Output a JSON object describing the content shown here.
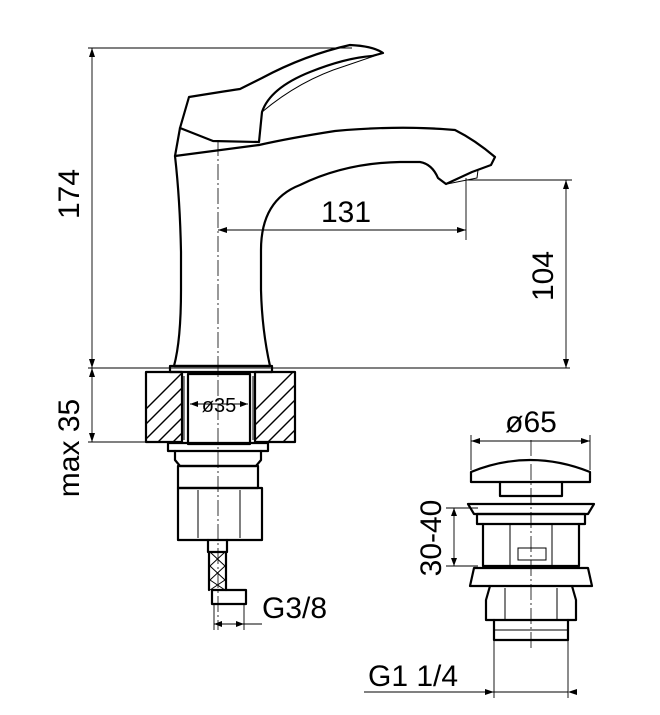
{
  "dimensions": {
    "height_total": "174",
    "spout_reach": "131",
    "spout_height": "104",
    "max_deck": "max 35",
    "hole_diameter": "ø35",
    "inlet_thread": "G3/8",
    "waste_cap_diameter": "ø65",
    "waste_range": "30-40",
    "waste_thread": "G1 1/4"
  }
}
